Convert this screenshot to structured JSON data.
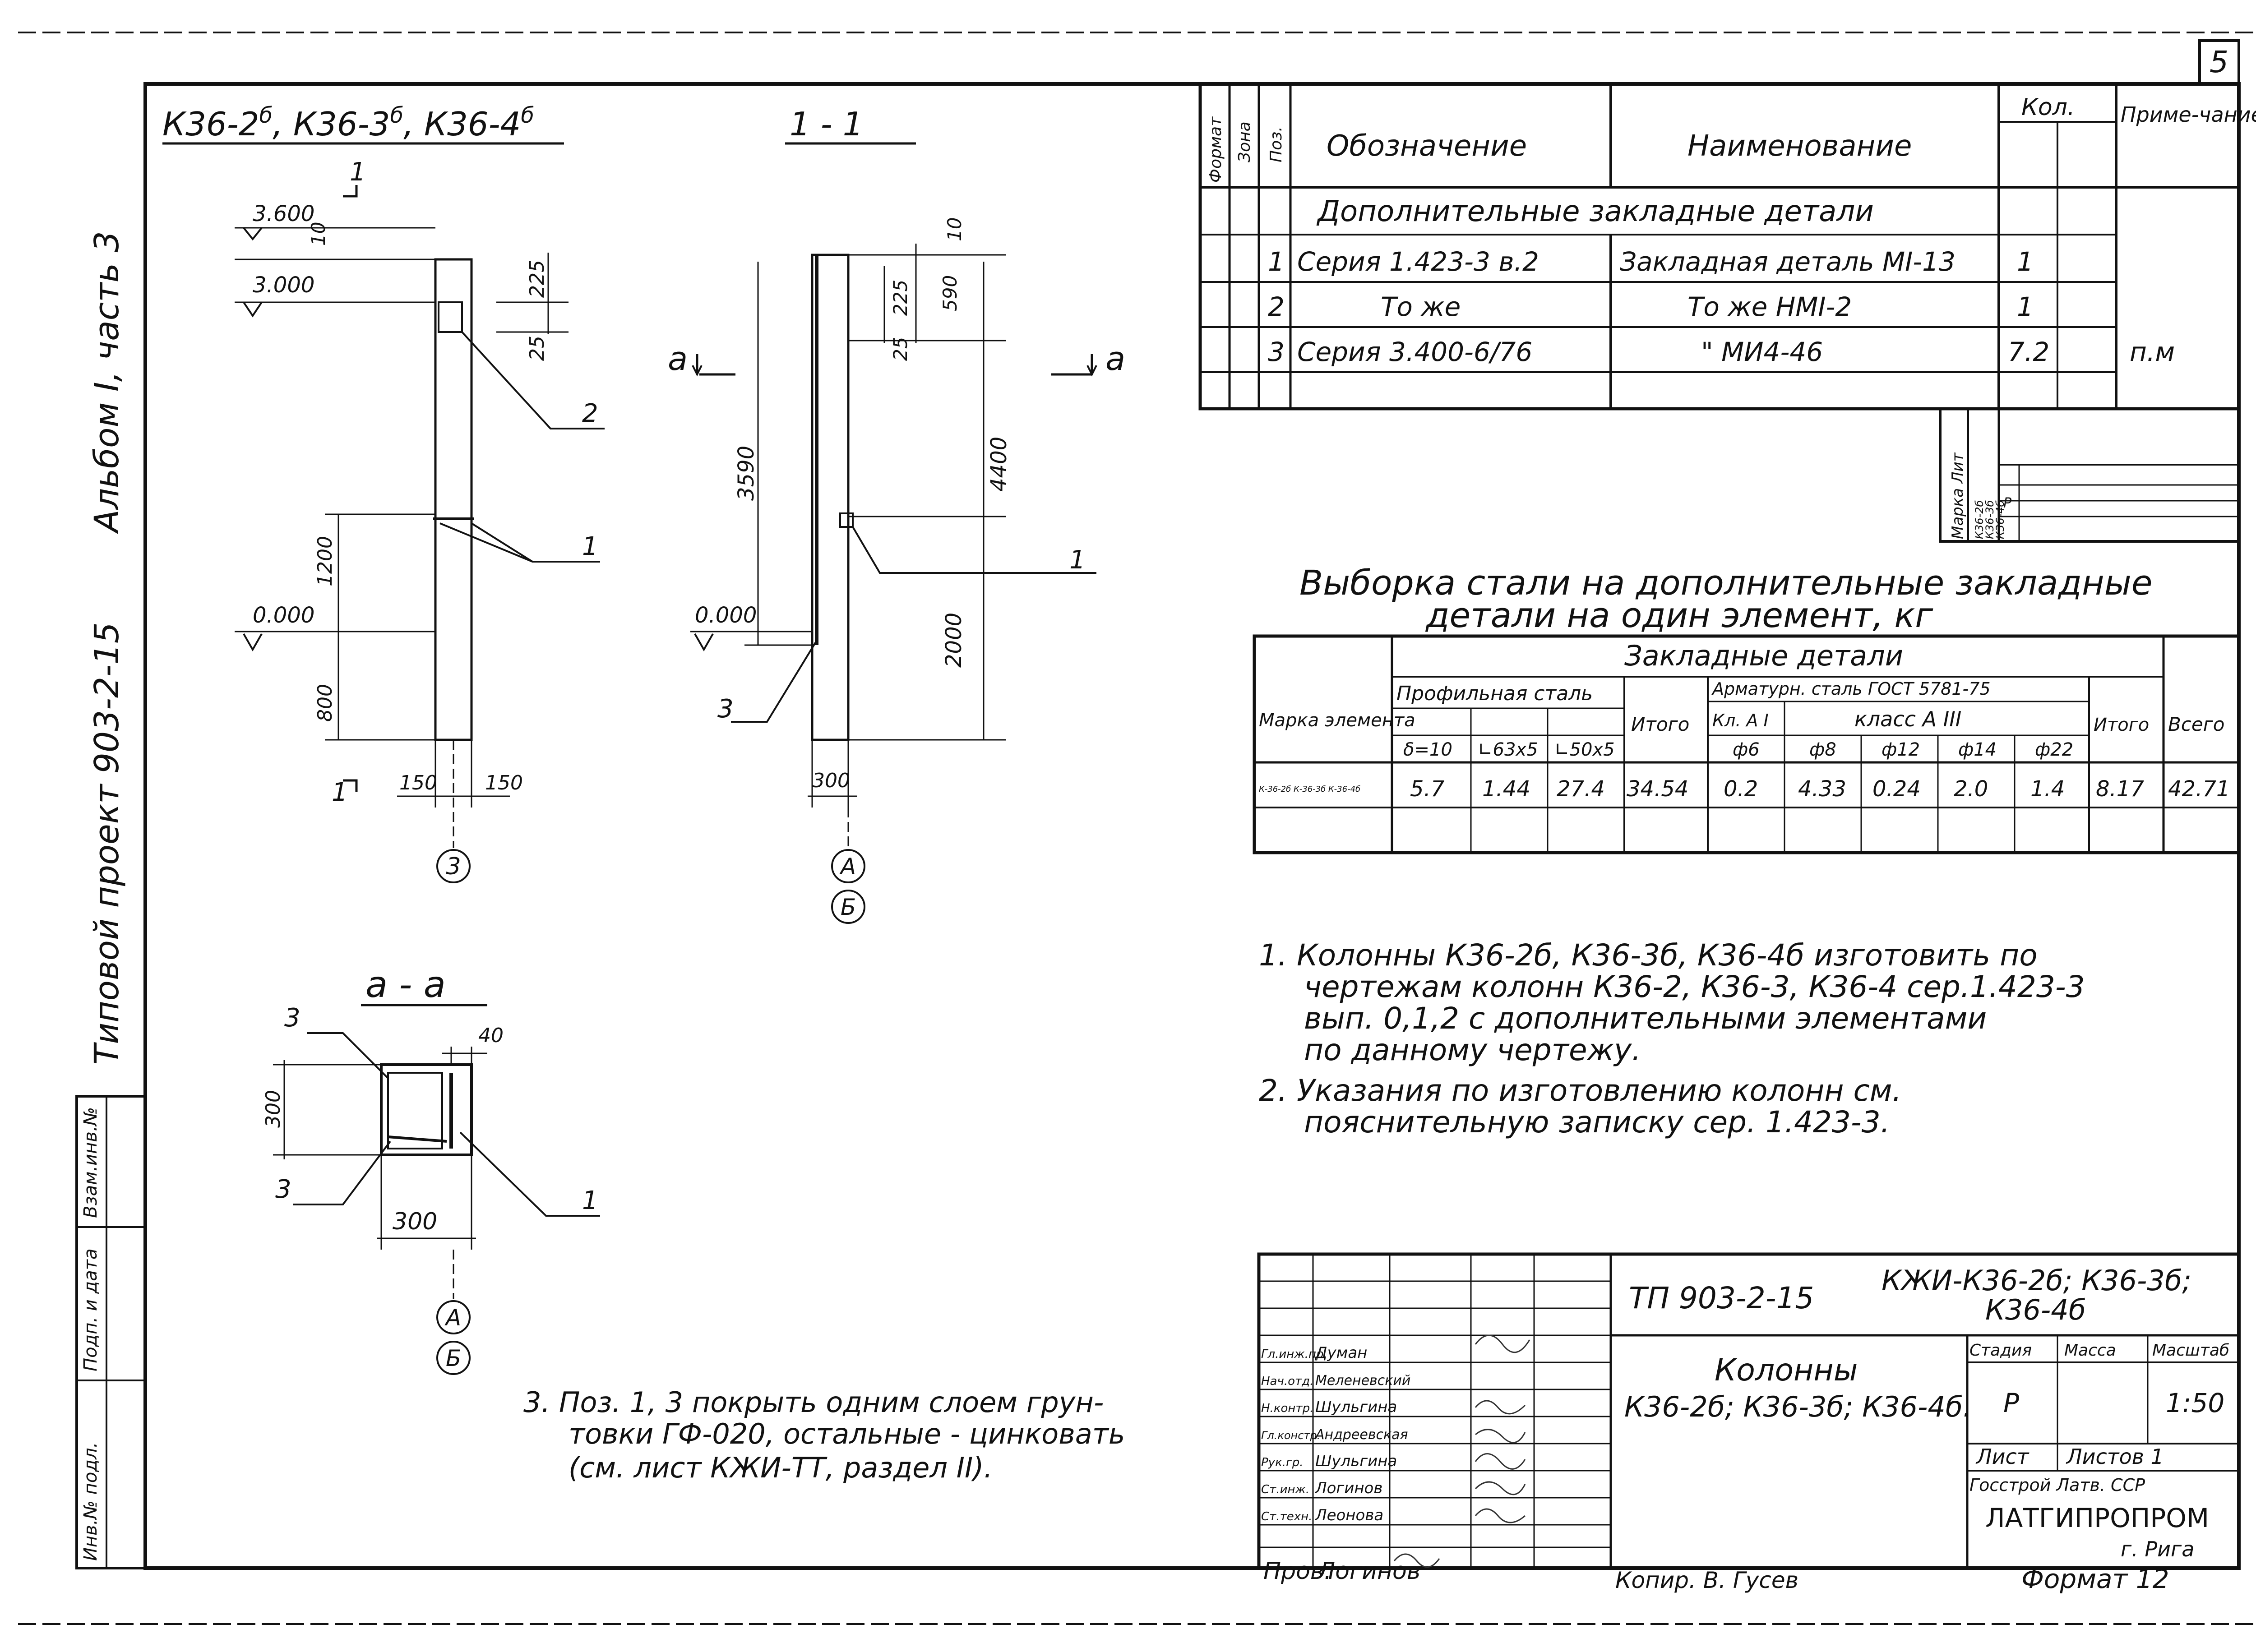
{
  "sheet_number": "5",
  "side_labels": {
    "album": "Альбом I, часть 3",
    "project": "Типовой проект 903-2-15"
  },
  "left_stamp": [
    "Взам.инв.№",
    "Подп. и дата",
    "Инв.№ подл."
  ],
  "drawing_title": {
    "base": "К36-2, К36-3, К36-4",
    "sup": "б"
  },
  "section_views": {
    "section_1_1": "1 - 1",
    "section_a_a": "а - а",
    "cut_letter": "а",
    "cut_number": "1"
  },
  "elevations": [
    "3.600",
    "3.000",
    "0.000"
  ],
  "dims_left": [
    "10",
    "225",
    "25",
    "1200",
    "800",
    "150",
    "150"
  ],
  "dims_section": [
    "10",
    "225",
    "25",
    "590",
    "3590",
    "4400",
    "2000",
    "300"
  ],
  "dims_plan": [
    "40",
    "300",
    "300"
  ],
  "position_labels": [
    "1",
    "2",
    "3"
  ],
  "axis_labels": [
    "3",
    "А",
    "Б"
  ],
  "spec_table": {
    "col_headers": [
      "Формат",
      "Зона",
      "Поз.",
      "Обозначение",
      "Наименование",
      "Кол.",
      "Приме-чание"
    ],
    "section_title": "Дополнительные закладные детали",
    "rows": [
      {
        "pos": "1",
        "designation": "Серия 1.423-3 в.2",
        "name": "Закладная деталь МI-13",
        "qty": "1",
        "note": ""
      },
      {
        "pos": "2",
        "designation": "То же",
        "name": "То же   НМI-2",
        "qty": "1",
        "note": ""
      },
      {
        "pos": "3",
        "designation": "Серия 3.400-6/76",
        "name": "\"   МИ4-46",
        "qty": "7.2",
        "note": "п.м"
      }
    ],
    "side_block": {
      "header": "Марка Лит",
      "items": [
        "К36-2б",
        "К36-3б",
        "К36-4б"
      ],
      "lit": "Р"
    }
  },
  "steel": {
    "title_line1": "Выборка стали на дополнительные закладные",
    "title_line2": "детали на один элемент, кг",
    "headers": {
      "mark": "Марка элемента",
      "group": "Закладные детали",
      "profile": "Профильная сталь",
      "rebar": "Арматурн. сталь ГОСТ 5781-75",
      "class1": "Кл. А I",
      "class3": "класс А III",
      "itogo": "Итого",
      "vsego": "Всего",
      "sub": [
        "δ=10",
        "∟63х5",
        "∟50х5",
        "ф6",
        "ф8",
        "ф12",
        "ф14",
        "ф22"
      ]
    },
    "row": {
      "mark": "К-36-2б К-36-3б К-36-4б",
      "values": [
        "5.7",
        "1.44",
        "27.4",
        "34.54",
        "0.2",
        "4.33",
        "0.24",
        "2.0",
        "1.4",
        "8.17",
        "42.71"
      ]
    }
  },
  "notes": [
    "1. Колонны К36-2б, К36-3б, К36-4б изготовить по",
    "чертежам колонн К36-2, К36-3, К36-4 сер.1.423-3",
    "вып. 0,1,2 с дополнительными элементами",
    "по данному чертежу.",
    "2. Указания по изготовлению колонн см.",
    "пояснительную записку сер. 1.423-3."
  ],
  "note3": [
    "3. Поз. 1, 3 покрыть одним слоем грун-",
    "товки ГФ-020, остальные - цинковать",
    "(см. лист КЖИ-ТТ, раздел II)."
  ],
  "title_block": {
    "code": "ТП 903-2-15",
    "sheet_code_1": "КЖИ-К36-2б; К36-3б;",
    "sheet_code_2": "К36-4б",
    "name_1": "Колонны",
    "name_2": "К36-2б; К36-3б; К36-4б.",
    "stage_h": "Стадия",
    "mass_h": "Масса",
    "scale_h": "Масштаб",
    "stage": "Р",
    "scale": "1:50",
    "sheet_h": "Лист",
    "sheets_h": "Листов 1",
    "org_1": "Госстрой Латв. ССР",
    "org_2": "ЛАТГИПРОПРОМ",
    "org_3": "г. Рига",
    "people": [
      [
        "Гл.инж.пр.",
        "Думан"
      ],
      [
        "Нач.отд.",
        "Меленевский"
      ],
      [
        "Н.контр.",
        "Шульгина"
      ],
      [
        "Гл.констр.",
        "Андреевская"
      ],
      [
        "Рук.гр.",
        "Шульгина"
      ],
      [
        "Ст.инж.",
        "Логинов"
      ],
      [
        "Ст.техн.",
        "Леонова"
      ]
    ],
    "prov": "Пров.",
    "prov_name": "Логинов",
    "copy": "Копир. В. Гусев",
    "format": "Формат 12"
  }
}
